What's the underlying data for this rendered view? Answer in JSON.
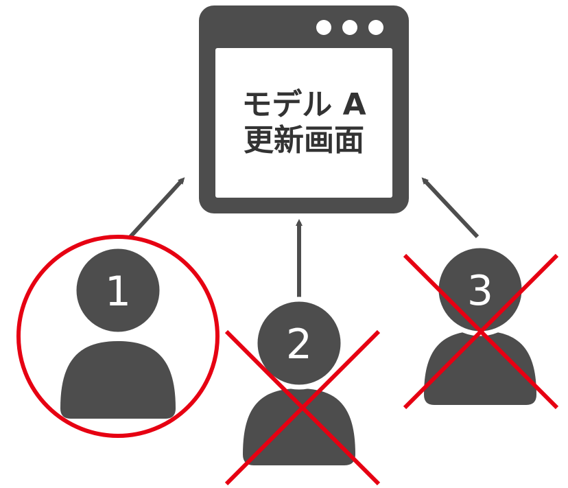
{
  "screen": {
    "title_line1": "モデル A",
    "title_line2": "更新画面",
    "window_dots": 3
  },
  "users": [
    {
      "number": "1",
      "status": "allowed",
      "marker": "circle"
    },
    {
      "number": "2",
      "status": "denied",
      "marker": "cross"
    },
    {
      "number": "3",
      "status": "denied",
      "marker": "cross"
    }
  ],
  "colors": {
    "icon": "#4d4d4d",
    "highlight": "#e60012",
    "window_content": "#ffffff"
  }
}
